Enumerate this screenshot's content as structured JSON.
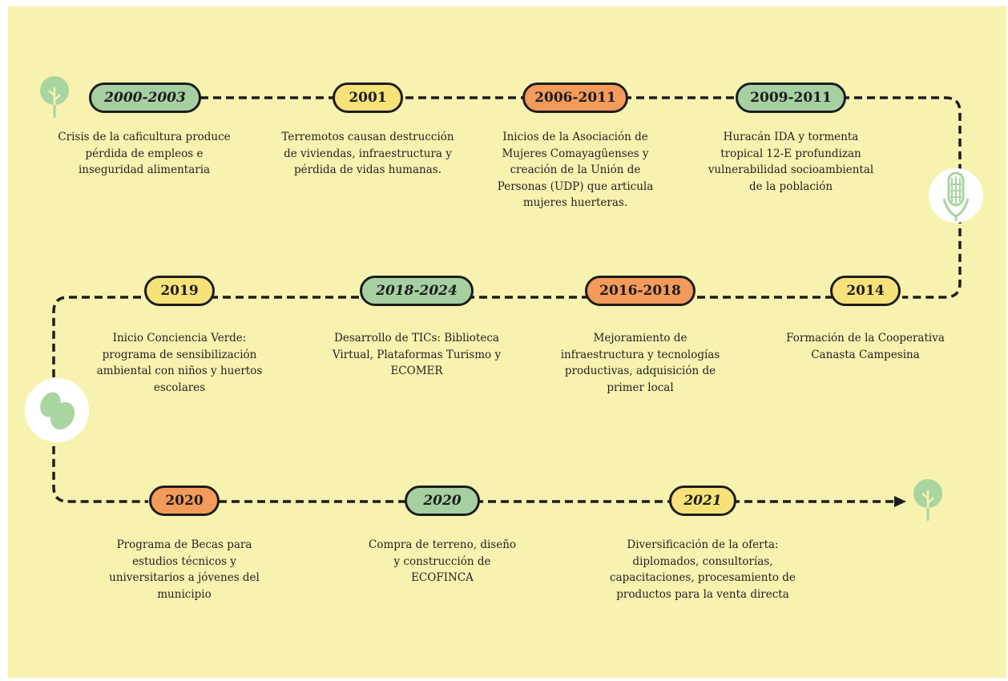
{
  "colors": {
    "background": "#f8f2b0",
    "green": "#a6d0a2",
    "yellow": "#f7e27a",
    "orange": "#f39b5a",
    "line": "#1c1c1c",
    "icon_green": "#a8d5a0"
  },
  "icons": {
    "start": "tree-icon",
    "corn": "corn-icon",
    "leaves": "leaves-icon",
    "end": "tree-icon"
  },
  "events": [
    {
      "date": "2000-2003",
      "color": "green",
      "italic": true,
      "text": "Crisis de la caficultura produce\npérdida de empleos e\ninseguridad alimentaria"
    },
    {
      "date": "2001",
      "color": "yellow",
      "italic": false,
      "text": "Terremotos causan destrucción\nde viviendas, infraestructura y\npérdida de vidas humanas."
    },
    {
      "date": "2006-2011",
      "color": "orange",
      "italic": false,
      "text": "Inicios de la Asociación de\nMujeres Comayagüenses y\ncreación de la Unión de\nPersonas (UDP) que articula\nmujeres huerteras."
    },
    {
      "date": "2009-2011",
      "color": "green",
      "italic": false,
      "text": "Huracán IDA y tormenta\ntropical 12-E profundizan\nvulnerabilidad socioambiental\nde la población"
    },
    {
      "date": "2019",
      "color": "yellow",
      "italic": false,
      "text": "Inicio Conciencia Verde:\nprograma de sensibilización\nambiental con niños y huertos\nescolares"
    },
    {
      "date": "2018-2024",
      "color": "green",
      "italic": true,
      "text": "Desarrollo de TICs: Biblioteca\nVirtual, Plataformas Turismo y\nECOMER"
    },
    {
      "date": "2016-2018",
      "color": "orange",
      "italic": false,
      "text": "Mejoramiento de\ninfraestructura y tecnologías\nproductivas, adquisición de\nprimer local"
    },
    {
      "date": "2014",
      "color": "yellow",
      "italic": false,
      "text": "Formación de la Cooperativa\nCanasta Campesina"
    },
    {
      "date": "2020",
      "color": "orange",
      "italic": false,
      "text": "Programa de Becas para\nestudios  técnicos y\nuniversitarios a jóvenes del\nmunicipio"
    },
    {
      "date": "2020",
      "color": "green",
      "italic": true,
      "text": "Compra de terreno, diseño\ny construcción de\nECOFINCA"
    },
    {
      "date": "2021",
      "color": "yellow",
      "italic": true,
      "text": "Diversificación de la oferta:\ndiplomados, consultorías,\ncapacitaciones, procesamiento de\nproductos para la venta directa"
    }
  ]
}
